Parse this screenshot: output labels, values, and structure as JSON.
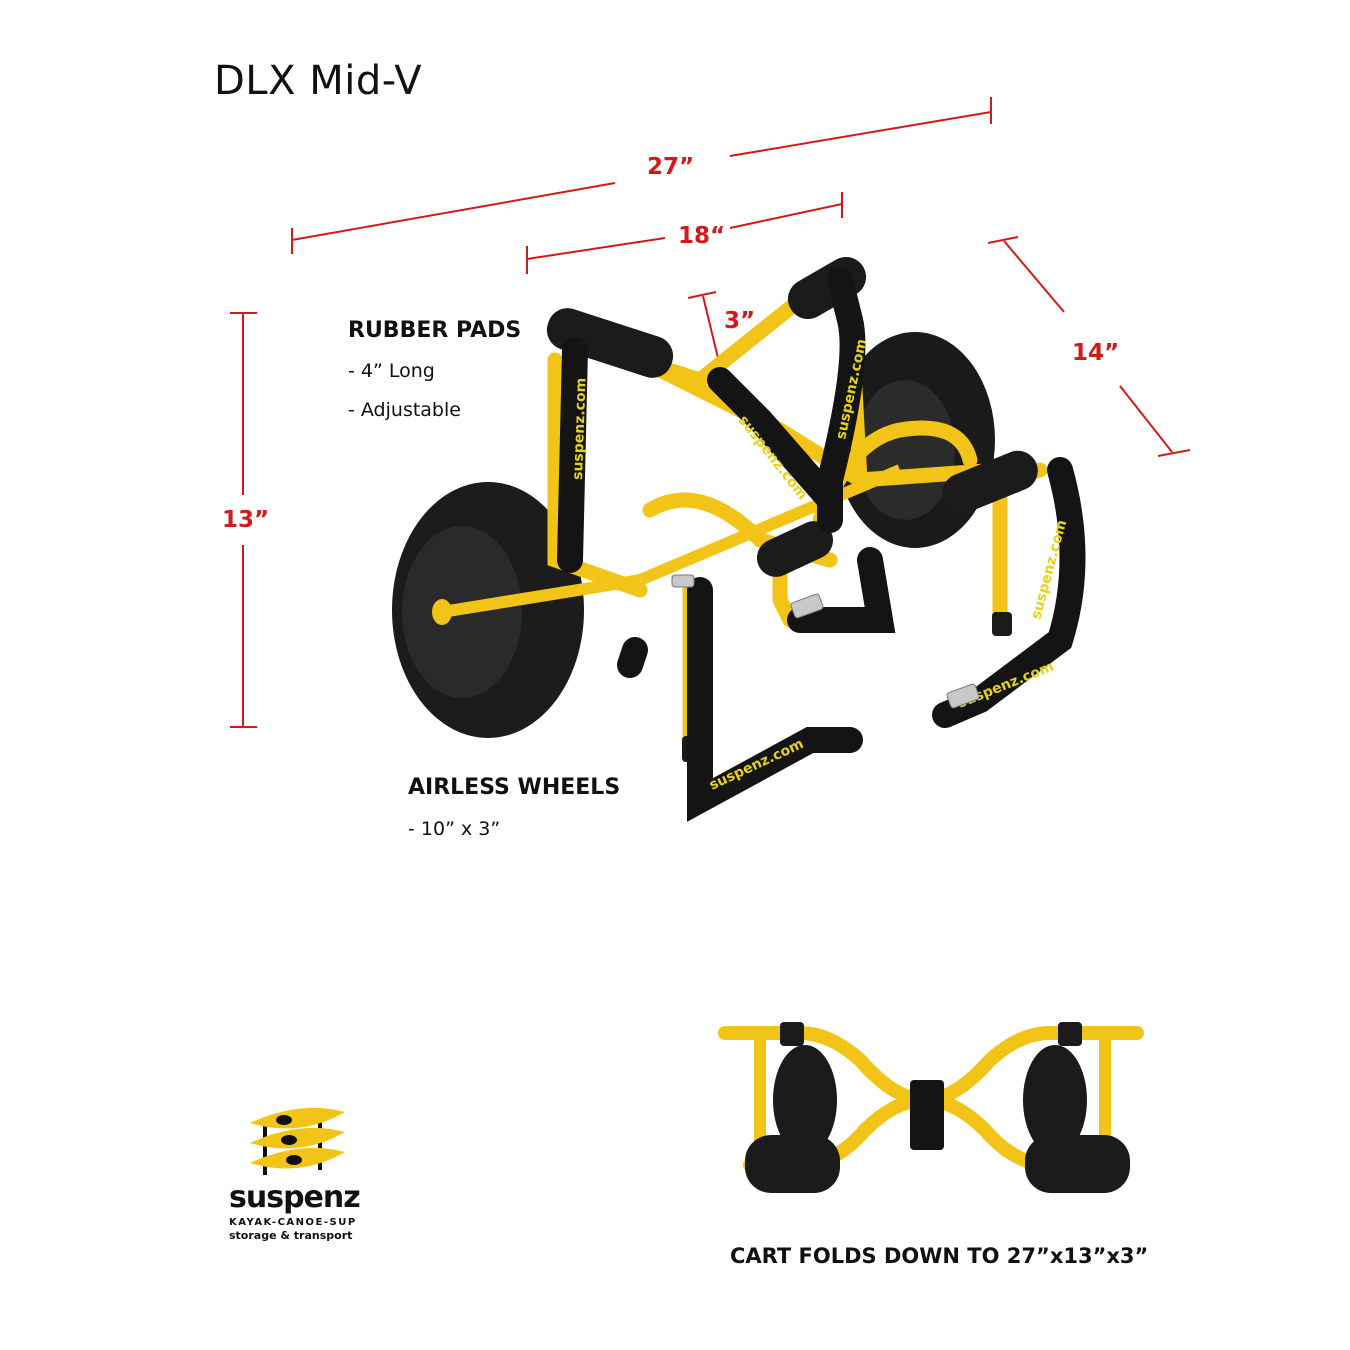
{
  "title": "DLX Mid-V",
  "dimensions": {
    "width_total": "27”",
    "width_pads": "18“",
    "pad_height": "3”",
    "depth": "14”",
    "height": "13”"
  },
  "rubber_pads": {
    "heading": "RUBBER PADS",
    "line1": "- 4” Long",
    "line2": "- Adjustable"
  },
  "wheels": {
    "heading": "AIRLESS WHEELS",
    "line1": "- 10” x 3”"
  },
  "fold_caption": "CART FOLDS DOWN TO 27”x13”x3”",
  "brand": {
    "name": "suspenz",
    "tagline1": "KAYAK-CANOE-SUP",
    "tagline2": "storage & transport"
  },
  "strap_text": "suspenz.com",
  "colors": {
    "dimension_red": "#d11a1a",
    "frame_yellow": "#f2c417",
    "black": "#111111"
  }
}
